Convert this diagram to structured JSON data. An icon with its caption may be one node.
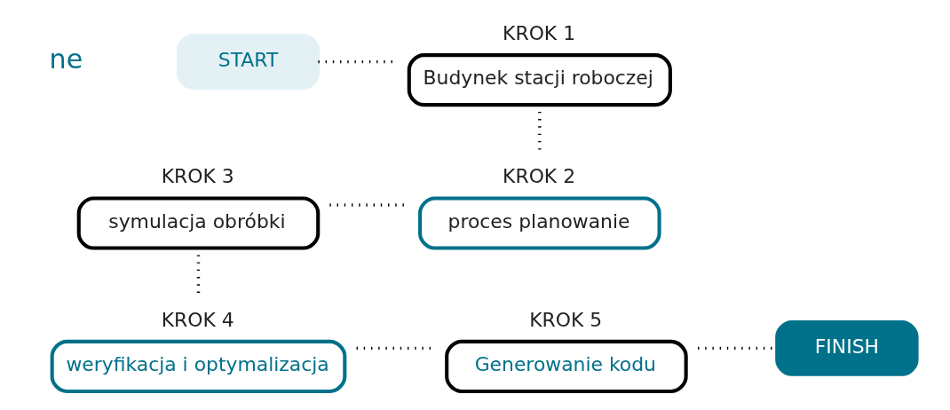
{
  "diagram": {
    "nodes": [
      {
        "text": [
          "START"
        ]
      },
      {
        "text": [
          "KROK 1",
          "Budynek stacji roboczej"
        ]
      },
      {
        "text": [
          "KROK 2",
          "proces planowanie"
        ]
      },
      {
        "text": [
          "KROK 3",
          "symulacja obróbki"
        ]
      },
      {
        "text": [
          "KROK 4",
          "weryfikacja i optymalizacja"
        ]
      },
      {
        "text": [
          "KROK 5",
          "Generowanie kodu"
        ]
      },
      {
        "text": [
          "FINISH"
        ]
      }
    ],
    "edges": [
      {
        "from": 0,
        "to": 1,
        "arrow": "none"
      },
      {
        "from": 1,
        "to": 2,
        "arrow": "none"
      },
      {
        "from": 2,
        "to": 3,
        "arrow": "none"
      },
      {
        "from": 3,
        "to": 4,
        "arrow": "none"
      },
      {
        "from": 4,
        "to": 5,
        "arrow": "none"
      },
      {
        "from": 5,
        "to": 6,
        "arrow": "none"
      }
    ],
    "labels": [
      "ne"
    ]
  }
}
